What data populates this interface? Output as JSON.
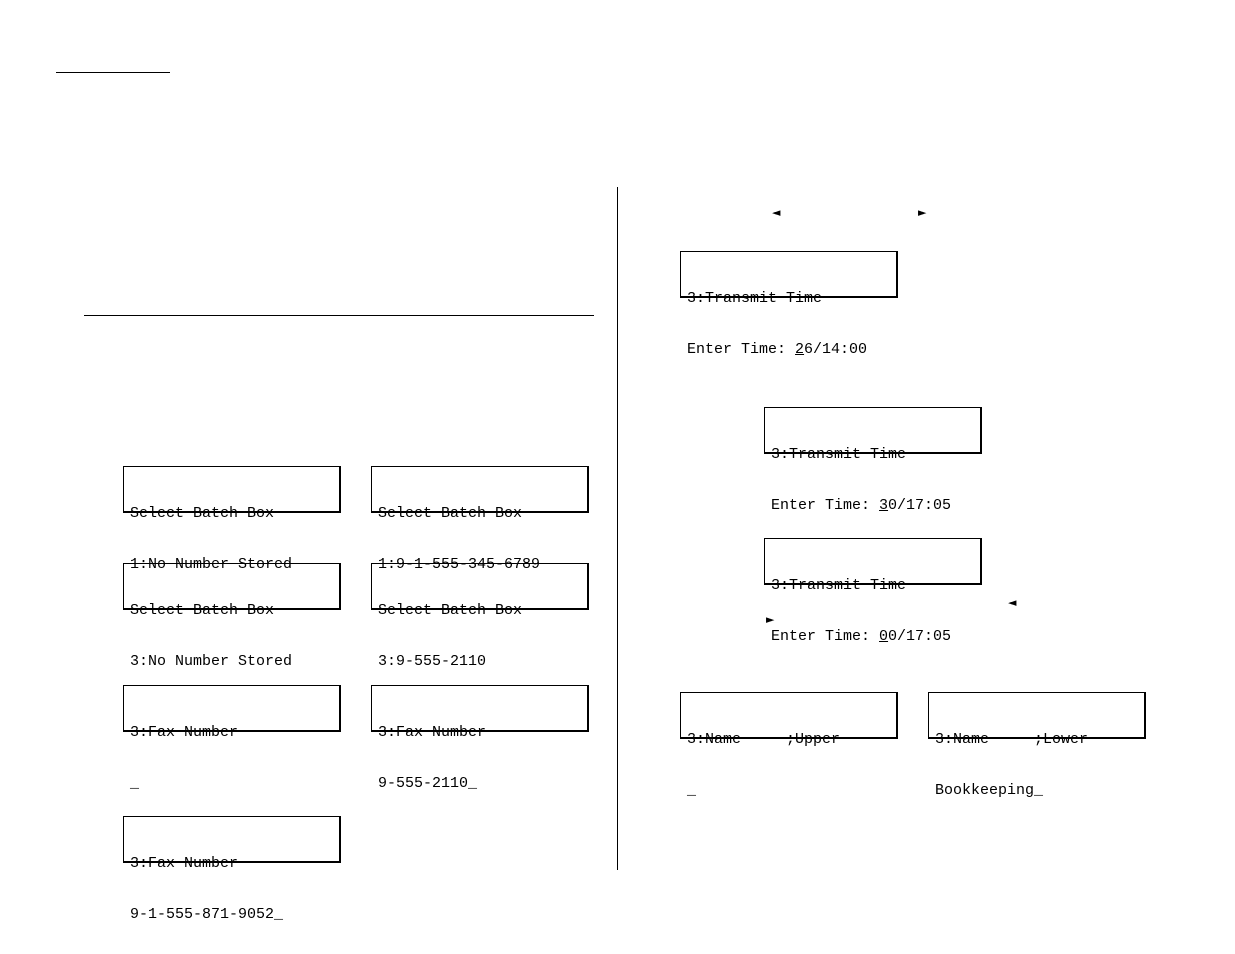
{
  "left_column": {
    "batch_box_displays": [
      {
        "line1": "Select Batch Box",
        "line2": "1:No Number Stored"
      },
      {
        "line1": "Select Batch Box",
        "line2": "1:9-1-555-345-6789"
      },
      {
        "line1": "Select Batch Box",
        "line2": "3:No Number Stored"
      },
      {
        "line1": "Select Batch Box",
        "line2": "3:9-555-2110"
      }
    ],
    "fax_number_displays": [
      {
        "line1": "3:Fax Number",
        "line2": "_"
      },
      {
        "line1": "3:Fax Number",
        "line2": "9-555-2110_"
      },
      {
        "line1": "3:Fax Number",
        "line2": "9-1-555-871-9052_"
      }
    ]
  },
  "right_column": {
    "arrows": {
      "left": "◄",
      "right": "►"
    },
    "transmit_time_displays": [
      {
        "line1": "3:Transmit Time",
        "prefix": "Enter Time: ",
        "cursor_char": "2",
        "suffix": "6/14:00"
      },
      {
        "line1": "3:Transmit Time",
        "prefix": "Enter Time: ",
        "cursor_char": "3",
        "suffix": "0/17:05"
      },
      {
        "line1": "3:Transmit Time",
        "prefix": "Enter Time: ",
        "cursor_char": "0",
        "suffix": "0/17:05"
      }
    ],
    "name_displays": [
      {
        "line1": "3:Name     ;Upper",
        "line2": "_"
      },
      {
        "line1": "3:Name     ;Lower",
        "line2": "Bookkeeping_"
      }
    ]
  }
}
